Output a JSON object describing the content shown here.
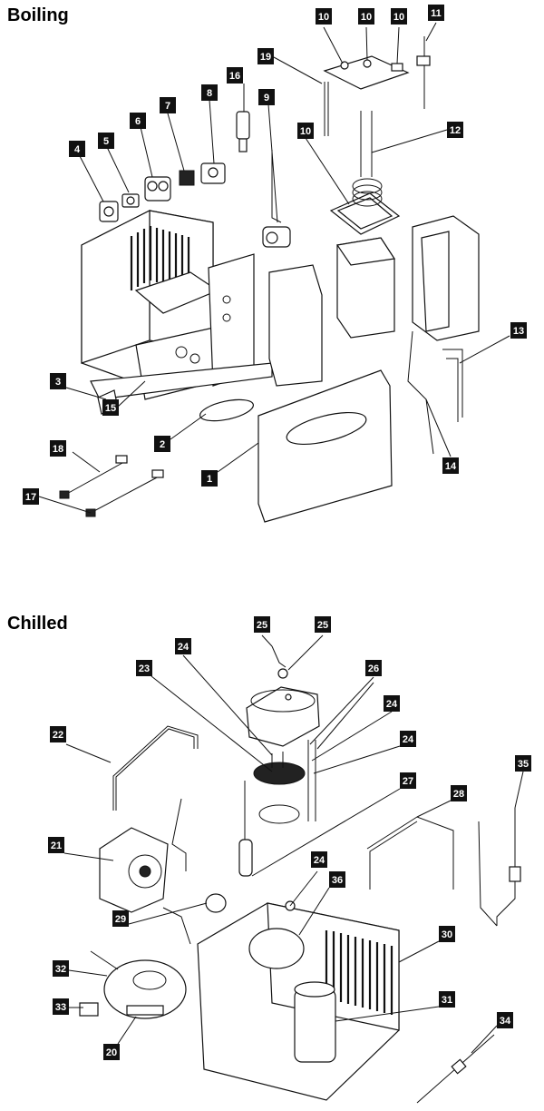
{
  "sections": {
    "boiling": {
      "title": "Boiling"
    },
    "chilled": {
      "title": "Chilled"
    }
  },
  "boiling_callouts": [
    {
      "id": "b10a",
      "label": "10"
    },
    {
      "id": "b10b",
      "label": "10"
    },
    {
      "id": "b10c",
      "label": "10"
    },
    {
      "id": "b11",
      "label": "11"
    },
    {
      "id": "b19",
      "label": "19"
    },
    {
      "id": "b16",
      "label": "16"
    },
    {
      "id": "b8",
      "label": "8"
    },
    {
      "id": "b7",
      "label": "7"
    },
    {
      "id": "b6",
      "label": "6"
    },
    {
      "id": "b9",
      "label": "9"
    },
    {
      "id": "b5",
      "label": "5"
    },
    {
      "id": "b4",
      "label": "4"
    },
    {
      "id": "b10d",
      "label": "10"
    },
    {
      "id": "b12",
      "label": "12"
    },
    {
      "id": "b13",
      "label": "13"
    },
    {
      "id": "b3",
      "label": "3"
    },
    {
      "id": "b15",
      "label": "15"
    },
    {
      "id": "b2",
      "label": "2"
    },
    {
      "id": "b18",
      "label": "18"
    },
    {
      "id": "b1",
      "label": "1"
    },
    {
      "id": "b14",
      "label": "14"
    },
    {
      "id": "b17",
      "label": "17"
    }
  ],
  "chilled_callouts": [
    {
      "id": "c25a",
      "label": "25"
    },
    {
      "id": "c25b",
      "label": "25"
    },
    {
      "id": "c24a",
      "label": "24"
    },
    {
      "id": "c23",
      "label": "23"
    },
    {
      "id": "c26",
      "label": "26"
    },
    {
      "id": "c24b",
      "label": "24"
    },
    {
      "id": "c22",
      "label": "22"
    },
    {
      "id": "c24c",
      "label": "24"
    },
    {
      "id": "c35",
      "label": "35"
    },
    {
      "id": "c27",
      "label": "27"
    },
    {
      "id": "c28",
      "label": "28"
    },
    {
      "id": "c21",
      "label": "21"
    },
    {
      "id": "c24d",
      "label": "24"
    },
    {
      "id": "c36",
      "label": "36"
    },
    {
      "id": "c29",
      "label": "29"
    },
    {
      "id": "c30",
      "label": "30"
    },
    {
      "id": "c32",
      "label": "32"
    },
    {
      "id": "c31",
      "label": "31"
    },
    {
      "id": "c33",
      "label": "33"
    },
    {
      "id": "c34",
      "label": "34"
    },
    {
      "id": "c20",
      "label": "20"
    }
  ],
  "colors": {
    "callout_bg": "#111111",
    "callout_text": "#ffffff",
    "line": "#111111"
  }
}
